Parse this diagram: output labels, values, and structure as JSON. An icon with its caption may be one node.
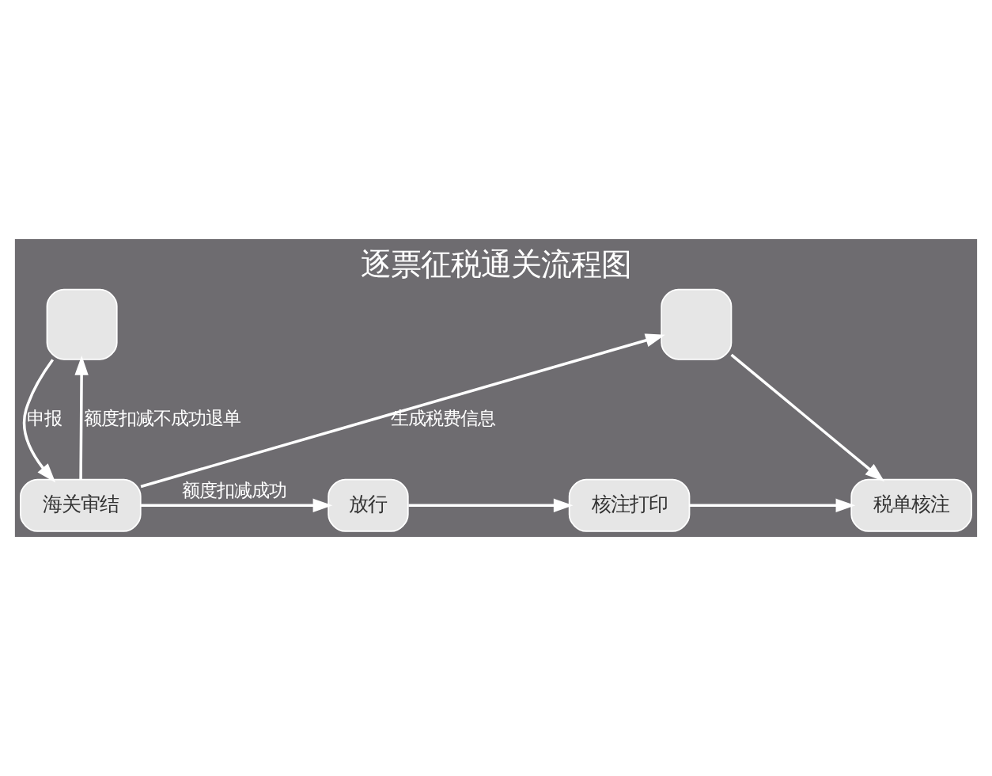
{
  "diagram": {
    "title": "逐票征税通关流程图",
    "nodes": [
      {
        "text": [],
        "shape": "person"
      },
      {
        "text": [
          "海关审结"
        ]
      },
      {
        "text": [],
        "shape": "person"
      },
      {
        "text": [
          "放行"
        ]
      },
      {
        "text": [
          "核注打印"
        ]
      },
      {
        "text": [
          "税单核注"
        ]
      }
    ],
    "edges": [
      {
        "from": 1,
        "to": 0,
        "arrow": "to",
        "label": "额度扣减不成功退单"
      },
      {
        "from": 0,
        "to": 1,
        "arrow": "to",
        "label": "申报"
      },
      {
        "from": 1,
        "to": 2,
        "arrow": "to",
        "label": "生成税费信息"
      },
      {
        "from": 1,
        "to": 3,
        "arrow": "to",
        "label": "额度扣减成功"
      },
      {
        "from": 3,
        "to": 4,
        "arrow": "to"
      },
      {
        "from": 4,
        "to": 5,
        "arrow": "to"
      },
      {
        "from": 2,
        "to": 5,
        "arrow": "to"
      }
    ]
  }
}
